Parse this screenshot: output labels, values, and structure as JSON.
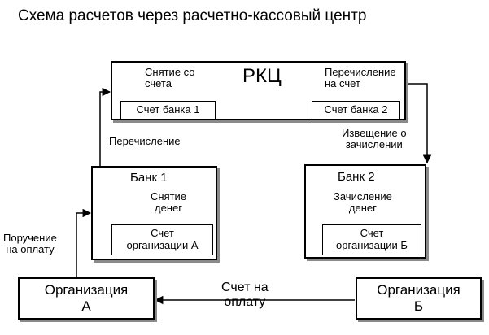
{
  "title": "Схема расчетов через расчетно-кассовый центр",
  "rkc": {
    "label": "РКЦ",
    "left_caption": [
      "Снятие со",
      "счета"
    ],
    "right_caption": [
      "Перечисление",
      "на счет"
    ],
    "bank1_account": "Счет банка 1",
    "bank2_account": "Счет банка 2"
  },
  "bank1": {
    "label": "Банк 1",
    "action": [
      "Снятие",
      "денег"
    ],
    "account": [
      "Счет",
      "организации А"
    ]
  },
  "bank2": {
    "label": "Банк 2",
    "action": [
      "Зачисление",
      "денег"
    ],
    "account": [
      "Счет",
      "организации Б"
    ]
  },
  "org_a": [
    "Организация",
    "А"
  ],
  "org_b": [
    "Организация",
    "Б"
  ],
  "flows": {
    "transfer": "Перечисление",
    "notice": [
      "Извещение о",
      "зачислении"
    ],
    "payment_order": [
      "Поручение",
      "на оплату"
    ],
    "invoice": [
      "Счет на",
      "оплату"
    ]
  },
  "colors": {
    "stroke": "#000000",
    "shadow": "#8a8a8a",
    "background": "#ffffff"
  }
}
